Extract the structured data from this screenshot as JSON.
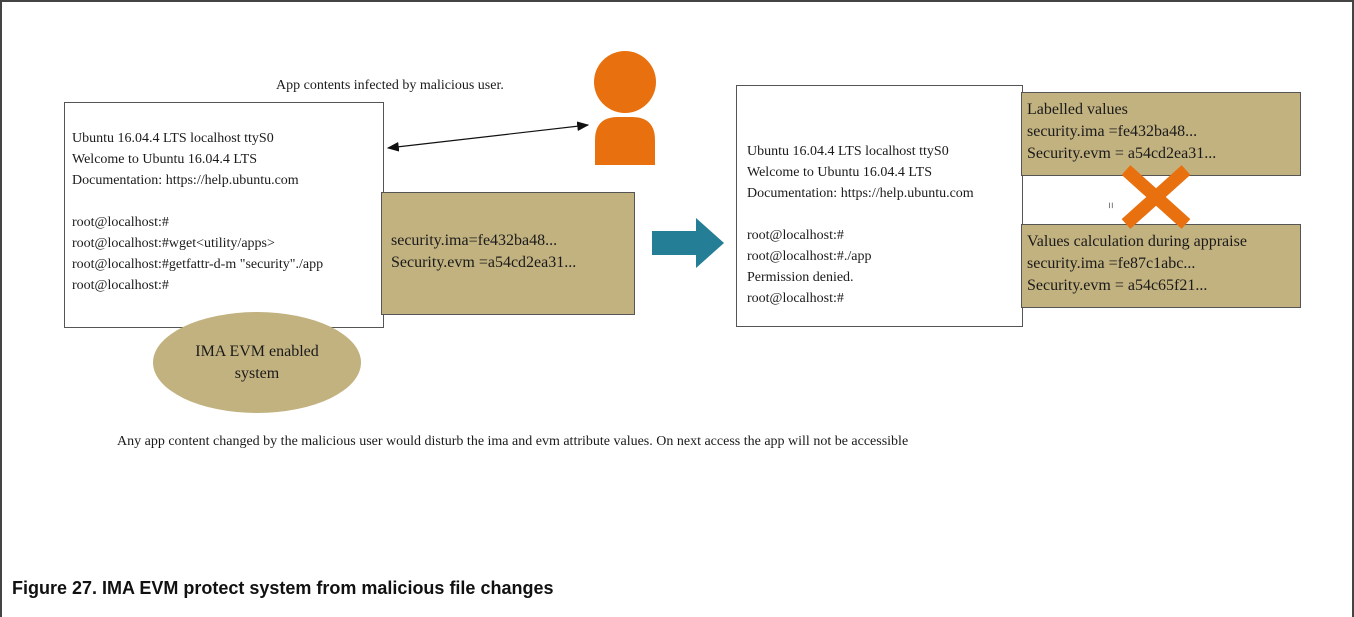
{
  "top_note": "App contents infected by malicious user.",
  "left_terminal": {
    "lines": [
      "Ubuntu 16.04.4 LTS localhost ttyS0",
      "Welcome to Ubuntu 16.04.4 LTS",
      "Documentation: https://help.ubuntu.com"
    ],
    "commands": [
      "root@localhost:#",
      "root@localhost:#wget<utility/apps>",
      "root@localhost:#getfattr-d-m \"security\"./app",
      "root@localhost:#"
    ]
  },
  "left_attributes": [
    "security.ima=fe432ba48...",
    "Security.evm =a54cd2ea31..."
  ],
  "system_label": [
    "IMA EVM enabled",
    "system"
  ],
  "right_terminal": {
    "lines": [
      "Ubuntu 16.04.4 LTS localhost ttyS0",
      "Welcome to Ubuntu 16.04.4 LTS",
      "Documentation: https://help.ubuntu.com"
    ],
    "commands": [
      "root@localhost:#",
      "root@localhost:#./app",
      "Permission denied.",
      "root@localhost:#"
    ]
  },
  "labelled_values": [
    "Labelled values",
    "security.ima =fe432ba48...",
    "Security.evm = a54cd2ea31..."
  ],
  "equals_sign": "=",
  "calculated_values": [
    "Values calculation during appraise",
    "security.ima =fe87c1abc...",
    "Security.evm = a54c65f21..."
  ],
  "bottom_note": "Any app content changed by the malicious user would disturb the ima and evm attribute values. On next access the app will not be accessible",
  "caption": "Figure 27.  IMA EVM protect system from malicious file changes",
  "colors": {
    "tan": "#c2b280",
    "person": "#e8700e",
    "arrow": "#237e96",
    "cross": "#e8700e"
  },
  "icons": [
    "user-icon",
    "right-arrow-icon",
    "x-mark-icon"
  ]
}
